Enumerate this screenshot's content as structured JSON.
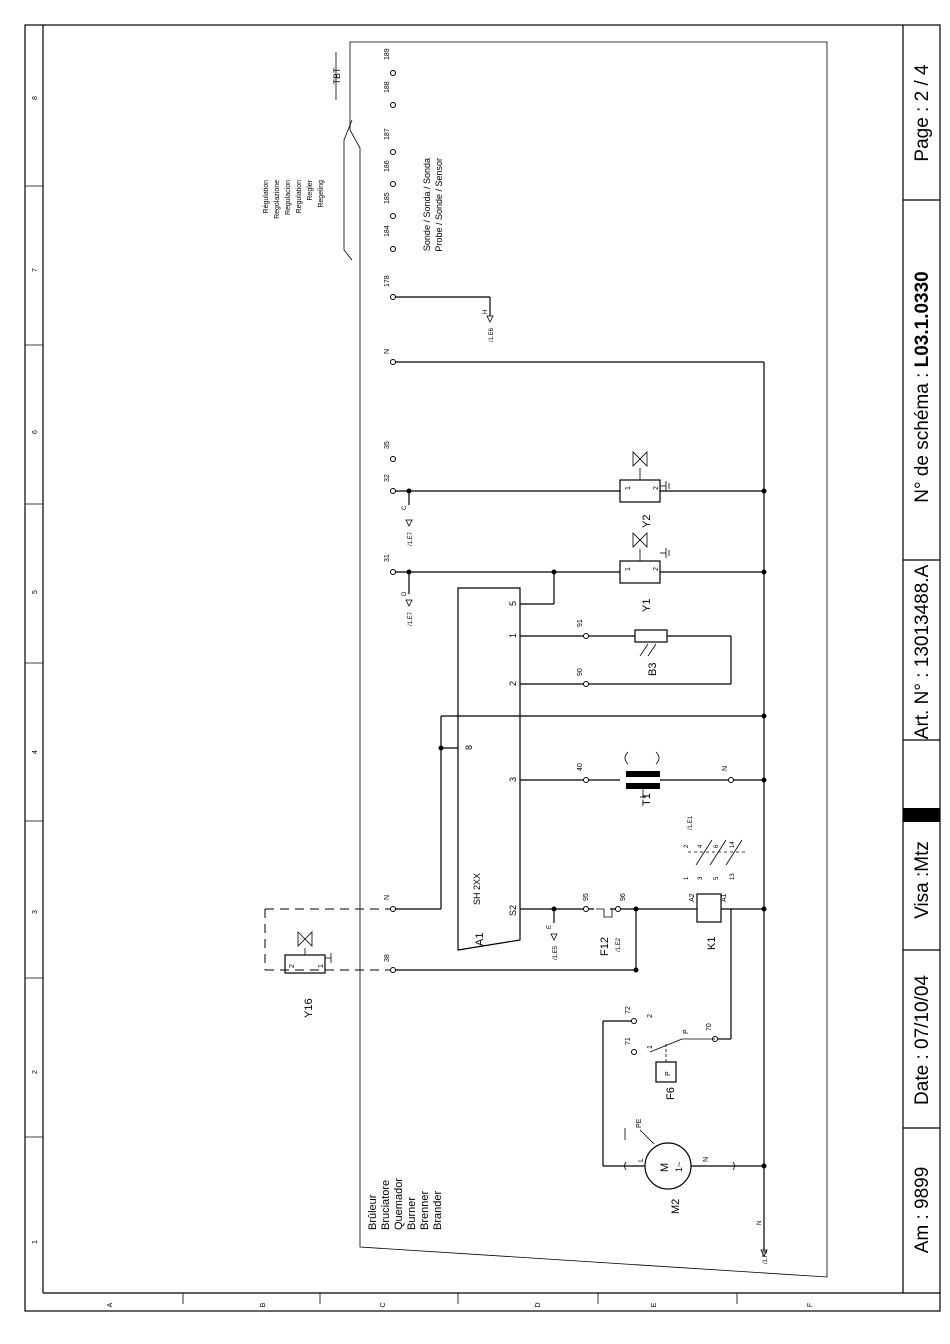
{
  "title_block": {
    "am": "Am :  9899",
    "date": "Date : 07/10/04",
    "visa": "Visa :Mtz",
    "art": "Art. N° :  13013488.A",
    "schema_label": "N° de schéma : ",
    "schema_no": "L03.1.0330",
    "page": "Page :  2  /  4"
  },
  "left_scale": [
    "1",
    "2",
    "3",
    "4",
    "5",
    "6",
    "7",
    "8"
  ],
  "bottom_scale": [
    "A",
    "B",
    "C",
    "D",
    "E",
    "F"
  ],
  "section_labels": {
    "tbt": "TBT",
    "regulation": [
      "Régulation",
      "Regolazione",
      "Regulacion",
      "Regulation",
      "Regler",
      "Regeling"
    ],
    "sonde": [
      "Sonde / Sonda / Sonda",
      "Probe / Sonde / Sensor"
    ],
    "burner": [
      "Brûleur",
      "Bruciatore",
      "Quemador",
      "Burner",
      "Brenner",
      "Brander"
    ]
  },
  "terminals": {
    "t189": "189",
    "t188": "188",
    "t187": "187",
    "t186": "186",
    "t185": "185",
    "t184": "184",
    "t178": "178",
    "tN_top": "N",
    "t35": "35",
    "t32": "32",
    "t31": "31",
    "tN_mid": "N",
    "t38": "38",
    "t91": "91",
    "t90": "90",
    "t40": "40",
    "t95": "95",
    "t96": "96",
    "t72": "72",
    "t71": "71",
    "t70": "70",
    "tN_t1": "N"
  },
  "refs": {
    "r_e6": "/1.E6",
    "r_e6_tag": "H",
    "r_e7a": "/1.E7",
    "r_e7a_tag": "C",
    "r_e7b": "/1.E7",
    "r_e7b_tag": "D",
    "r_e5": "/1.E5",
    "r_e5_tag": "E",
    "r_e2": "/1.E2",
    "r_e1": "/1.E1",
    "r_f8": "/1.F8",
    "r_f8_tag": "N"
  },
  "components": {
    "y1": "Y1",
    "y2": "Y2",
    "y16": "Y16",
    "b3": "B3",
    "t1": "T1",
    "k1": "K1",
    "a1": "A1",
    "f12": "F12",
    "f6": "F6",
    "m2": "M2",
    "sh2xx": "SH 2XX",
    "a1_pins": {
      "p5": "5",
      "p1": "1",
      "p2": "2",
      "p8": "8",
      "p3": "3",
      "ps2": "S2"
    },
    "valve_pins": {
      "one": "1",
      "two": "2"
    },
    "k1_pins": {
      "a1": "A1",
      "a2": "A2"
    },
    "k1_contacts": {
      "c1": "1",
      "c2": "2",
      "c3": "3",
      "c4": "4",
      "c5": "5",
      "c6": "6",
      "c13": "13",
      "c14": "14"
    },
    "f6_pins": {
      "one": "1",
      "two": "2",
      "p": "P",
      "box": "P"
    },
    "motor": {
      "m": "M",
      "phase": "1~",
      "l": "L",
      "n": "N",
      "pe": "PE"
    }
  }
}
